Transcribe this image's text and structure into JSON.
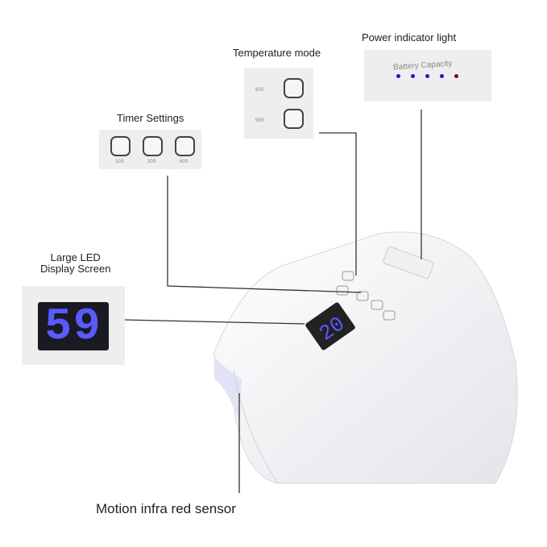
{
  "labels": {
    "power_indicator": "Power indicator light",
    "temperature_mode": "Temperature mode",
    "timer_settings": "Timer Settings",
    "led_display_line1": "Large LED",
    "led_display_line2": "Display Screen",
    "motion_sensor": "Motion infra red sensor"
  },
  "timer_panel": {
    "buttons": [
      "10S",
      "30S",
      "60S"
    ]
  },
  "temperature_panel": {
    "buttons": [
      "60S",
      "99S"
    ]
  },
  "battery_panel": {
    "text": "Battery Capacity",
    "led_count": 5,
    "led_color": "#1a1acc"
  },
  "led_display": {
    "reading": "59",
    "device_reading": "20",
    "digit_color": "#5a5aff"
  },
  "colors": {
    "body": "#ffffff",
    "line": "#333333"
  }
}
